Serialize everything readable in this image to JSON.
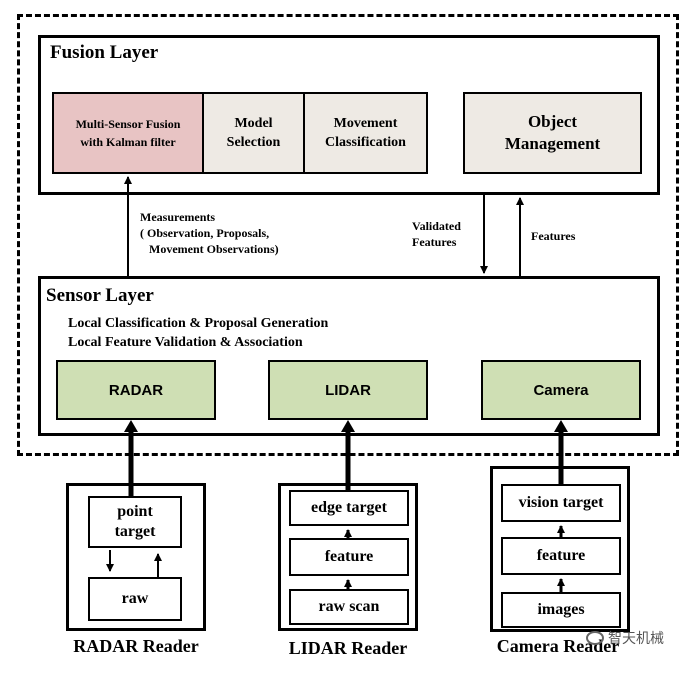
{
  "fusion_layer": {
    "title": "Fusion Layer",
    "multi_sensor": [
      "Multi-Sensor Fusion",
      "with Kalman filter"
    ],
    "model_selection": [
      "Model",
      "Selection"
    ],
    "movement_classification": [
      "Movement",
      "Classification"
    ],
    "object_management": [
      "Object",
      "Management"
    ]
  },
  "arrows": {
    "measurements": [
      "Measurements",
      "( Observation, Proposals,",
      "Movement Observations)"
    ],
    "validated_features": [
      "Validated",
      "Features"
    ],
    "features": "Features"
  },
  "sensor_layer": {
    "title": "Sensor Layer",
    "line1": "Local Classification & Proposal Generation",
    "line2": "Local Feature Validation & Association",
    "radar": "RADAR",
    "lidar": "LIDAR",
    "camera": "Camera"
  },
  "readers": {
    "radar": {
      "label": "RADAR Reader",
      "point_target": [
        "point",
        "target"
      ],
      "raw": "raw"
    },
    "lidar": {
      "label": "LIDAR Reader",
      "edge_target": "edge target",
      "feature": "feature",
      "raw_scan": "raw scan"
    },
    "camera": {
      "label": "Camera Reader",
      "vision_target": "vision target",
      "feature": "feature",
      "images": "images"
    }
  },
  "colors": {
    "fusion_highlight": "#e8c4c4",
    "fusion_gray": "#eeeae4",
    "sensor_green": "#cfdfb4"
  },
  "watermark": "智天机械"
}
